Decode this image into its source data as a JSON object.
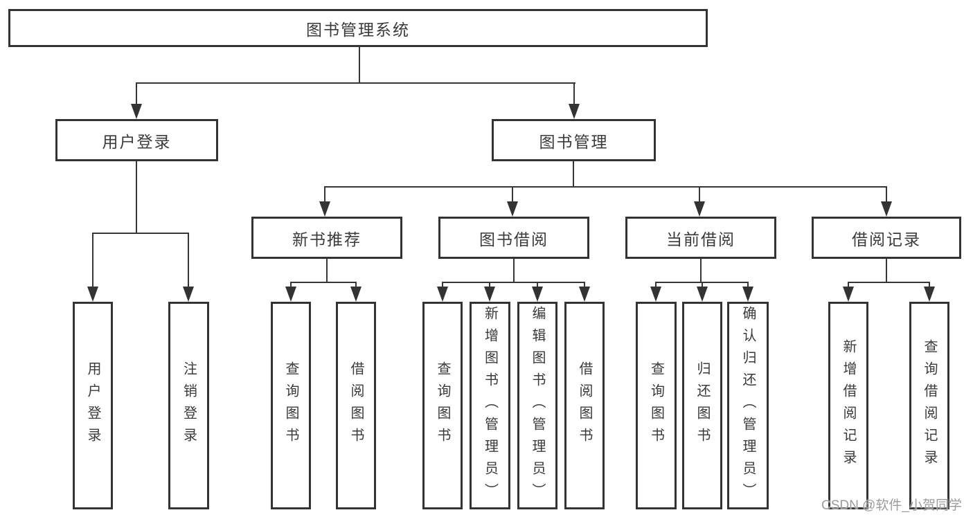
{
  "diagram": {
    "type": "tree",
    "root": {
      "label": "图书管理系统"
    },
    "branches": [
      {
        "label": "用户登录",
        "children": [
          {
            "label": "用户登录"
          },
          {
            "label": "注销登录"
          }
        ]
      },
      {
        "label": "图书管理",
        "groups": [
          {
            "label": "新书推荐",
            "children": [
              {
                "label": "查询图书"
              },
              {
                "label": "借阅图书"
              }
            ]
          },
          {
            "label": "图书借阅",
            "children": [
              {
                "label": "查询图书"
              },
              {
                "label": "新增图书（管理员）"
              },
              {
                "label": "编辑图书（管理员）"
              },
              {
                "label": "借阅图书"
              }
            ]
          },
          {
            "label": "当前借阅",
            "children": [
              {
                "label": "查询图书"
              },
              {
                "label": "归还图书"
              },
              {
                "label": "确认归还（管理员）"
              }
            ]
          },
          {
            "label": "借阅记录",
            "children": [
              {
                "label": "新增借阅记录"
              },
              {
                "label": "查询借阅记录"
              }
            ]
          }
        ]
      }
    ],
    "colors": {
      "box_border": "#333333",
      "line": "#363636",
      "text": "#3a3a3a",
      "background": "#ffffff"
    }
  },
  "watermark": {
    "text": "CSDN @软件_小贺同学"
  }
}
